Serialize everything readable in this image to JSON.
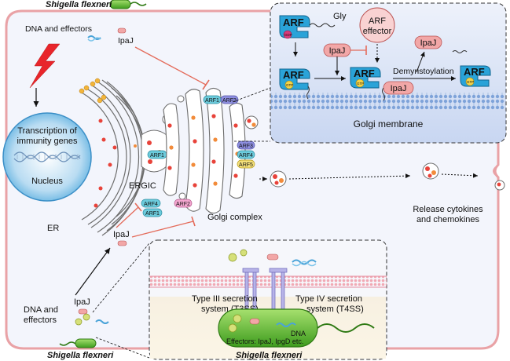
{
  "labels": {
    "shigella_top": "Shigella flexneri",
    "shigella_bottom": "Shigella flexneri",
    "shigella_inner": "Shigella flexneri",
    "dna_effectors_top": "DNA and effectors",
    "ipaj_top": "IpaJ",
    "dna_effectors_bottom_line1": "DNA and",
    "dna_effectors_bottom_line2": "effectors",
    "ipaj_bottom": "IpaJ",
    "ipaj_mid": "IpaJ",
    "transcription_line1": "Transcription of",
    "transcription_line2": "immunity genes",
    "nucleus": "Nucleus",
    "er": "ER",
    "ergic": "ERGIC",
    "golgi_complex": "Golgi complex",
    "release_line1": "Release cytokines",
    "release_line2": "and chemokines",
    "t3ss_line1": "Type III  secretion",
    "t3ss_line2": "system (T3SS)",
    "t4ss_line1": "Type IV  secretion",
    "t4ss_line2": "system (T4SS)",
    "effectors_inner": "Effectors: IpaJ, IpgD etc.",
    "dna_inner": "DNA"
  },
  "arf_tags": {
    "ergic": "ARF1",
    "golgi_top_1": "ARF1",
    "golgi_top_2": "ARF3",
    "golgi_right_1": "ARF3",
    "golgi_right_2": "ARF4",
    "golgi_right_3": "ARF5",
    "golgi_left_1": "ARF4",
    "golgi_left_2": "ARF1",
    "golgi_left_3": "ARF2"
  },
  "inset": {
    "arf_1": "ARF",
    "gdp": "GDP",
    "gly": "Gly",
    "effector_line1": "ARF",
    "effector_line2": "effector",
    "ipaj_center": "IpaJ",
    "ipaj_right": "IpaJ",
    "arf_2": "ARF",
    "gtp_2": "GTP",
    "arf_3": "ARF",
    "gtp_3": "GTP",
    "ipaj_bound": "IpaJ",
    "demyristoylation": "Demyristoylation",
    "arf_4": "ARF",
    "gtp_4": "GTP",
    "golgi_membrane": "Golgi membrane"
  },
  "colors": {
    "cell_border": "#e9a2a6",
    "cell_fill": "#f3f5fc",
    "inset_fill": "#e4ebf9",
    "arf_blue": "#2aa3d8",
    "ipaj_pink": "#f2a7a7",
    "golgi_stroke": "#6d6d6d",
    "inhibit_red": "#e46b5a",
    "bacteria_green": "#5bbd2b"
  }
}
